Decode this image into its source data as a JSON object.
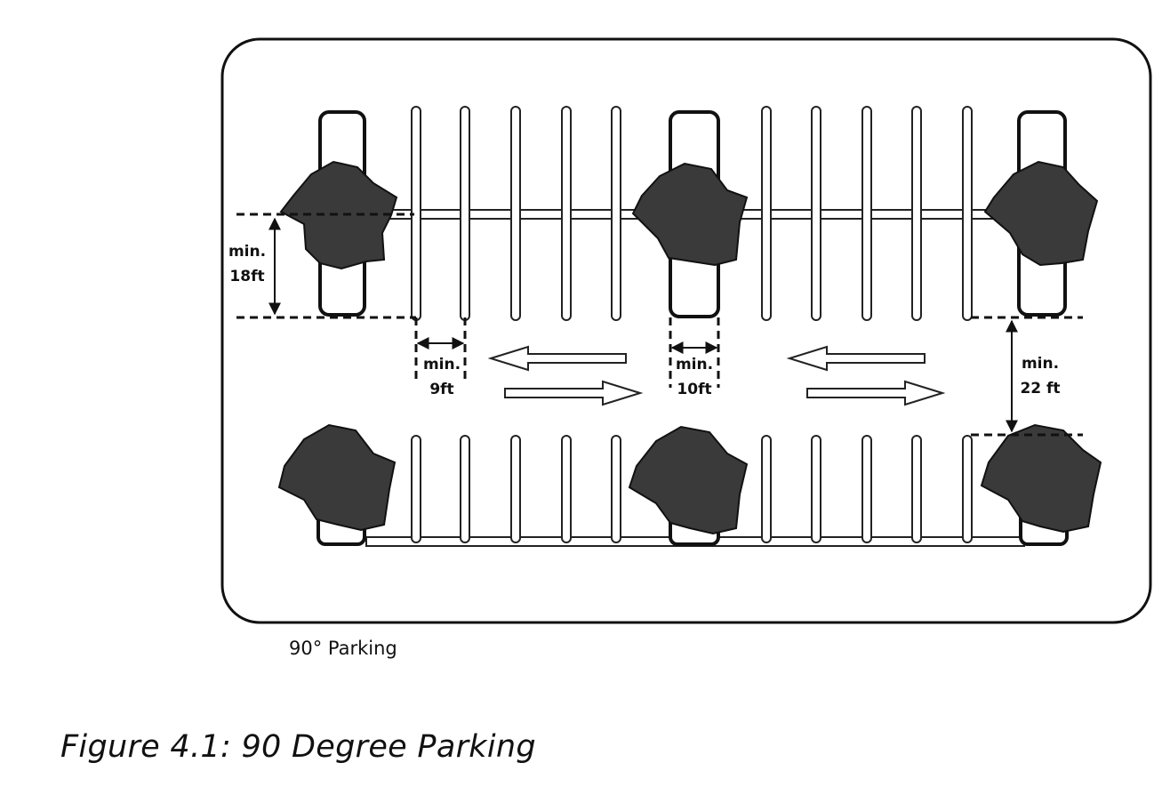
{
  "labels": {
    "stall_depth": [
      "min.",
      "18ft"
    ],
    "stall_width": [
      "min.",
      "9ft"
    ],
    "end_stall_width": [
      "min.",
      "10ft"
    ],
    "aisle_width": [
      "min.",
      "22 ft"
    ]
  },
  "sub_caption": "90° Parking",
  "figure_caption": "Figure 4.1: 90 Degree Parking"
}
